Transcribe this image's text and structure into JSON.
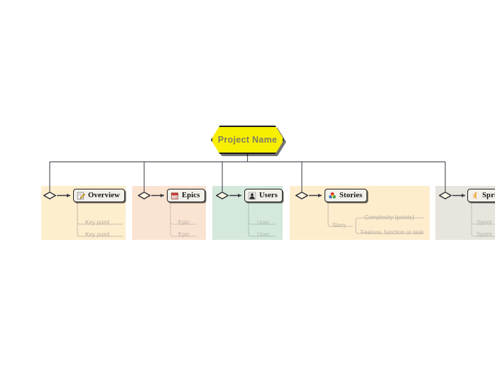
{
  "diagram": {
    "type": "mind-map",
    "title": "Project Name",
    "root": {
      "label": "Project Name",
      "shape": "hexagon",
      "fill": "#f8ef00",
      "text_color": "#7d7d62"
    },
    "branches": [
      {
        "id": "overview",
        "label": "Overview",
        "icon": "document-pencil-icon",
        "panel_color": "#fdeecd",
        "children": [
          {
            "label": "Key point"
          },
          {
            "label": "Key point"
          }
        ]
      },
      {
        "id": "epics",
        "label": "Epics",
        "icon": "red-calendar-icon",
        "panel_color": "#fbe3d2",
        "children": [
          {
            "label": "Epic"
          },
          {
            "label": "Epic"
          }
        ]
      },
      {
        "id": "users",
        "label": "Users",
        "icon": "person-bust-icon",
        "panel_color": "#d4e8dc",
        "children": [
          {
            "label": "User"
          },
          {
            "label": "User"
          }
        ]
      },
      {
        "id": "stories",
        "label": "Stories",
        "icon": "colored-flower-icon",
        "panel_color": "#fdedcd",
        "children": [
          {
            "label": "Story",
            "children": [
              {
                "label": "Complexity (points)"
              },
              {
                "label": "Feature, function or task"
              }
            ]
          }
        ]
      },
      {
        "id": "sprints",
        "label": "Sprint",
        "icon": "orange-runner-icon",
        "panel_color": "#e7e5de",
        "children": [
          {
            "label": "Sprint"
          },
          {
            "label": "Sprint"
          }
        ]
      }
    ],
    "colors": {
      "connector_line": "#55555f",
      "node_fill": "#f2f0ea",
      "node_border": "#1f1f1f",
      "leaf_text": "#b6ada0",
      "canvas_background": "#ffffff"
    }
  }
}
